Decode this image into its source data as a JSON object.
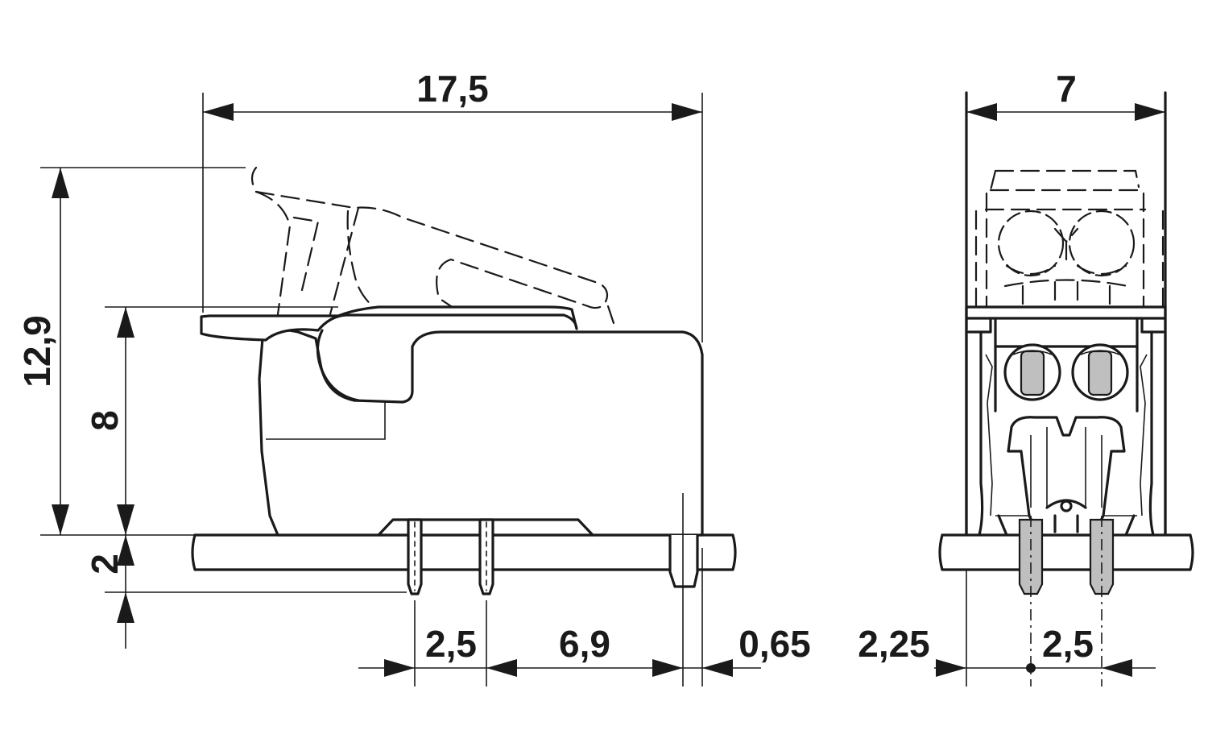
{
  "dimensions": {
    "overall_length": "17,5",
    "total_height": "12,9",
    "body_height": "8",
    "pin_below_board": "2",
    "pin_pitch_side": "2,5",
    "pin_to_rear": "6,9",
    "rear_offset": "0,65",
    "width": "7",
    "front_offset": "2,25",
    "pin_pitch_front": "2,5"
  },
  "colors": {
    "line": "#1a1a1a",
    "pin_fill": "#bfbfbf",
    "background": "#ffffff"
  }
}
